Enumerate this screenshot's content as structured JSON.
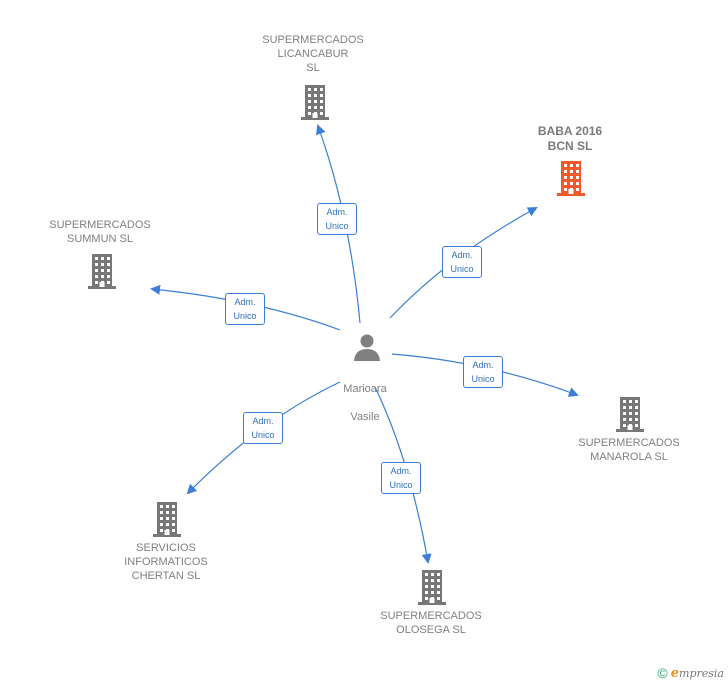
{
  "center": {
    "name_line1": "Marioara",
    "name_line2": "Vasile"
  },
  "relation": {
    "line1": "Adm.",
    "line2": "Unico"
  },
  "colors": {
    "edge": "#3a7fd5",
    "building": "#777777",
    "highlight": "#f05a28"
  },
  "companies": [
    {
      "id": "licancabur",
      "label": "SUPERMERCADOS\nLICANCABUR\nSL",
      "highlight": false
    },
    {
      "id": "baba",
      "label": "BABA 2016\nBCN  SL",
      "highlight": true
    },
    {
      "id": "summun",
      "label": "SUPERMERCADOS\nSUMMUN  SL",
      "highlight": false
    },
    {
      "id": "manarola",
      "label": "SUPERMERCADOS\nMANAROLA  SL",
      "highlight": false
    },
    {
      "id": "chertan",
      "label": "SERVICIOS\nINFORMATICOS\nCHERTAN  SL",
      "highlight": false
    },
    {
      "id": "olosega",
      "label": "SUPERMERCADOS\nOLOSEGA  SL",
      "highlight": false
    }
  ],
  "footer": {
    "copyright": "©",
    "brand_initial": "e",
    "brand_rest": "mpresia"
  }
}
